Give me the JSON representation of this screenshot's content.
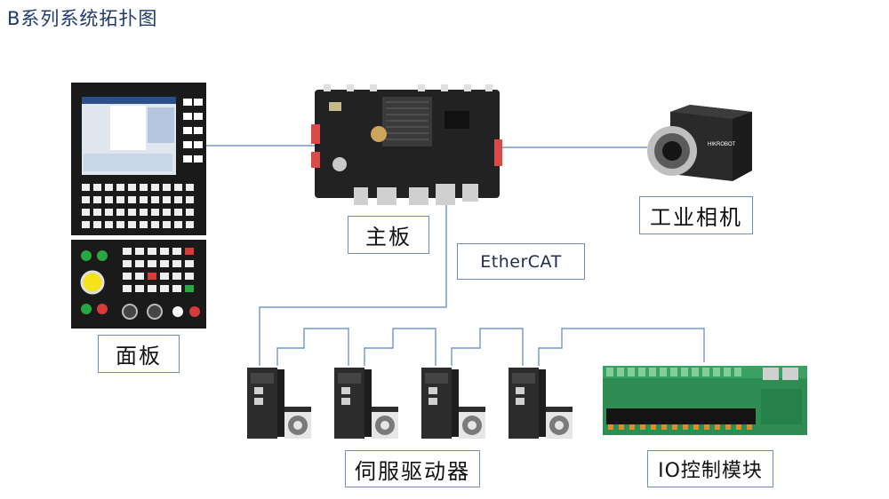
{
  "title": "B系列系统拓扑图",
  "labels": {
    "mainboard": "主板",
    "camera": "工业相机",
    "panel": "面板",
    "ethercat": "EtherCAT",
    "servo": "伺服驱动器",
    "io": "IO控制模块"
  },
  "camera_brand": "HIKROBOT",
  "colors": {
    "line": "#6f99cf",
    "box_border": "#6e8fc0",
    "title": "#1f3a6e",
    "pcb": "#222222",
    "io_board": "#2f8c53"
  }
}
